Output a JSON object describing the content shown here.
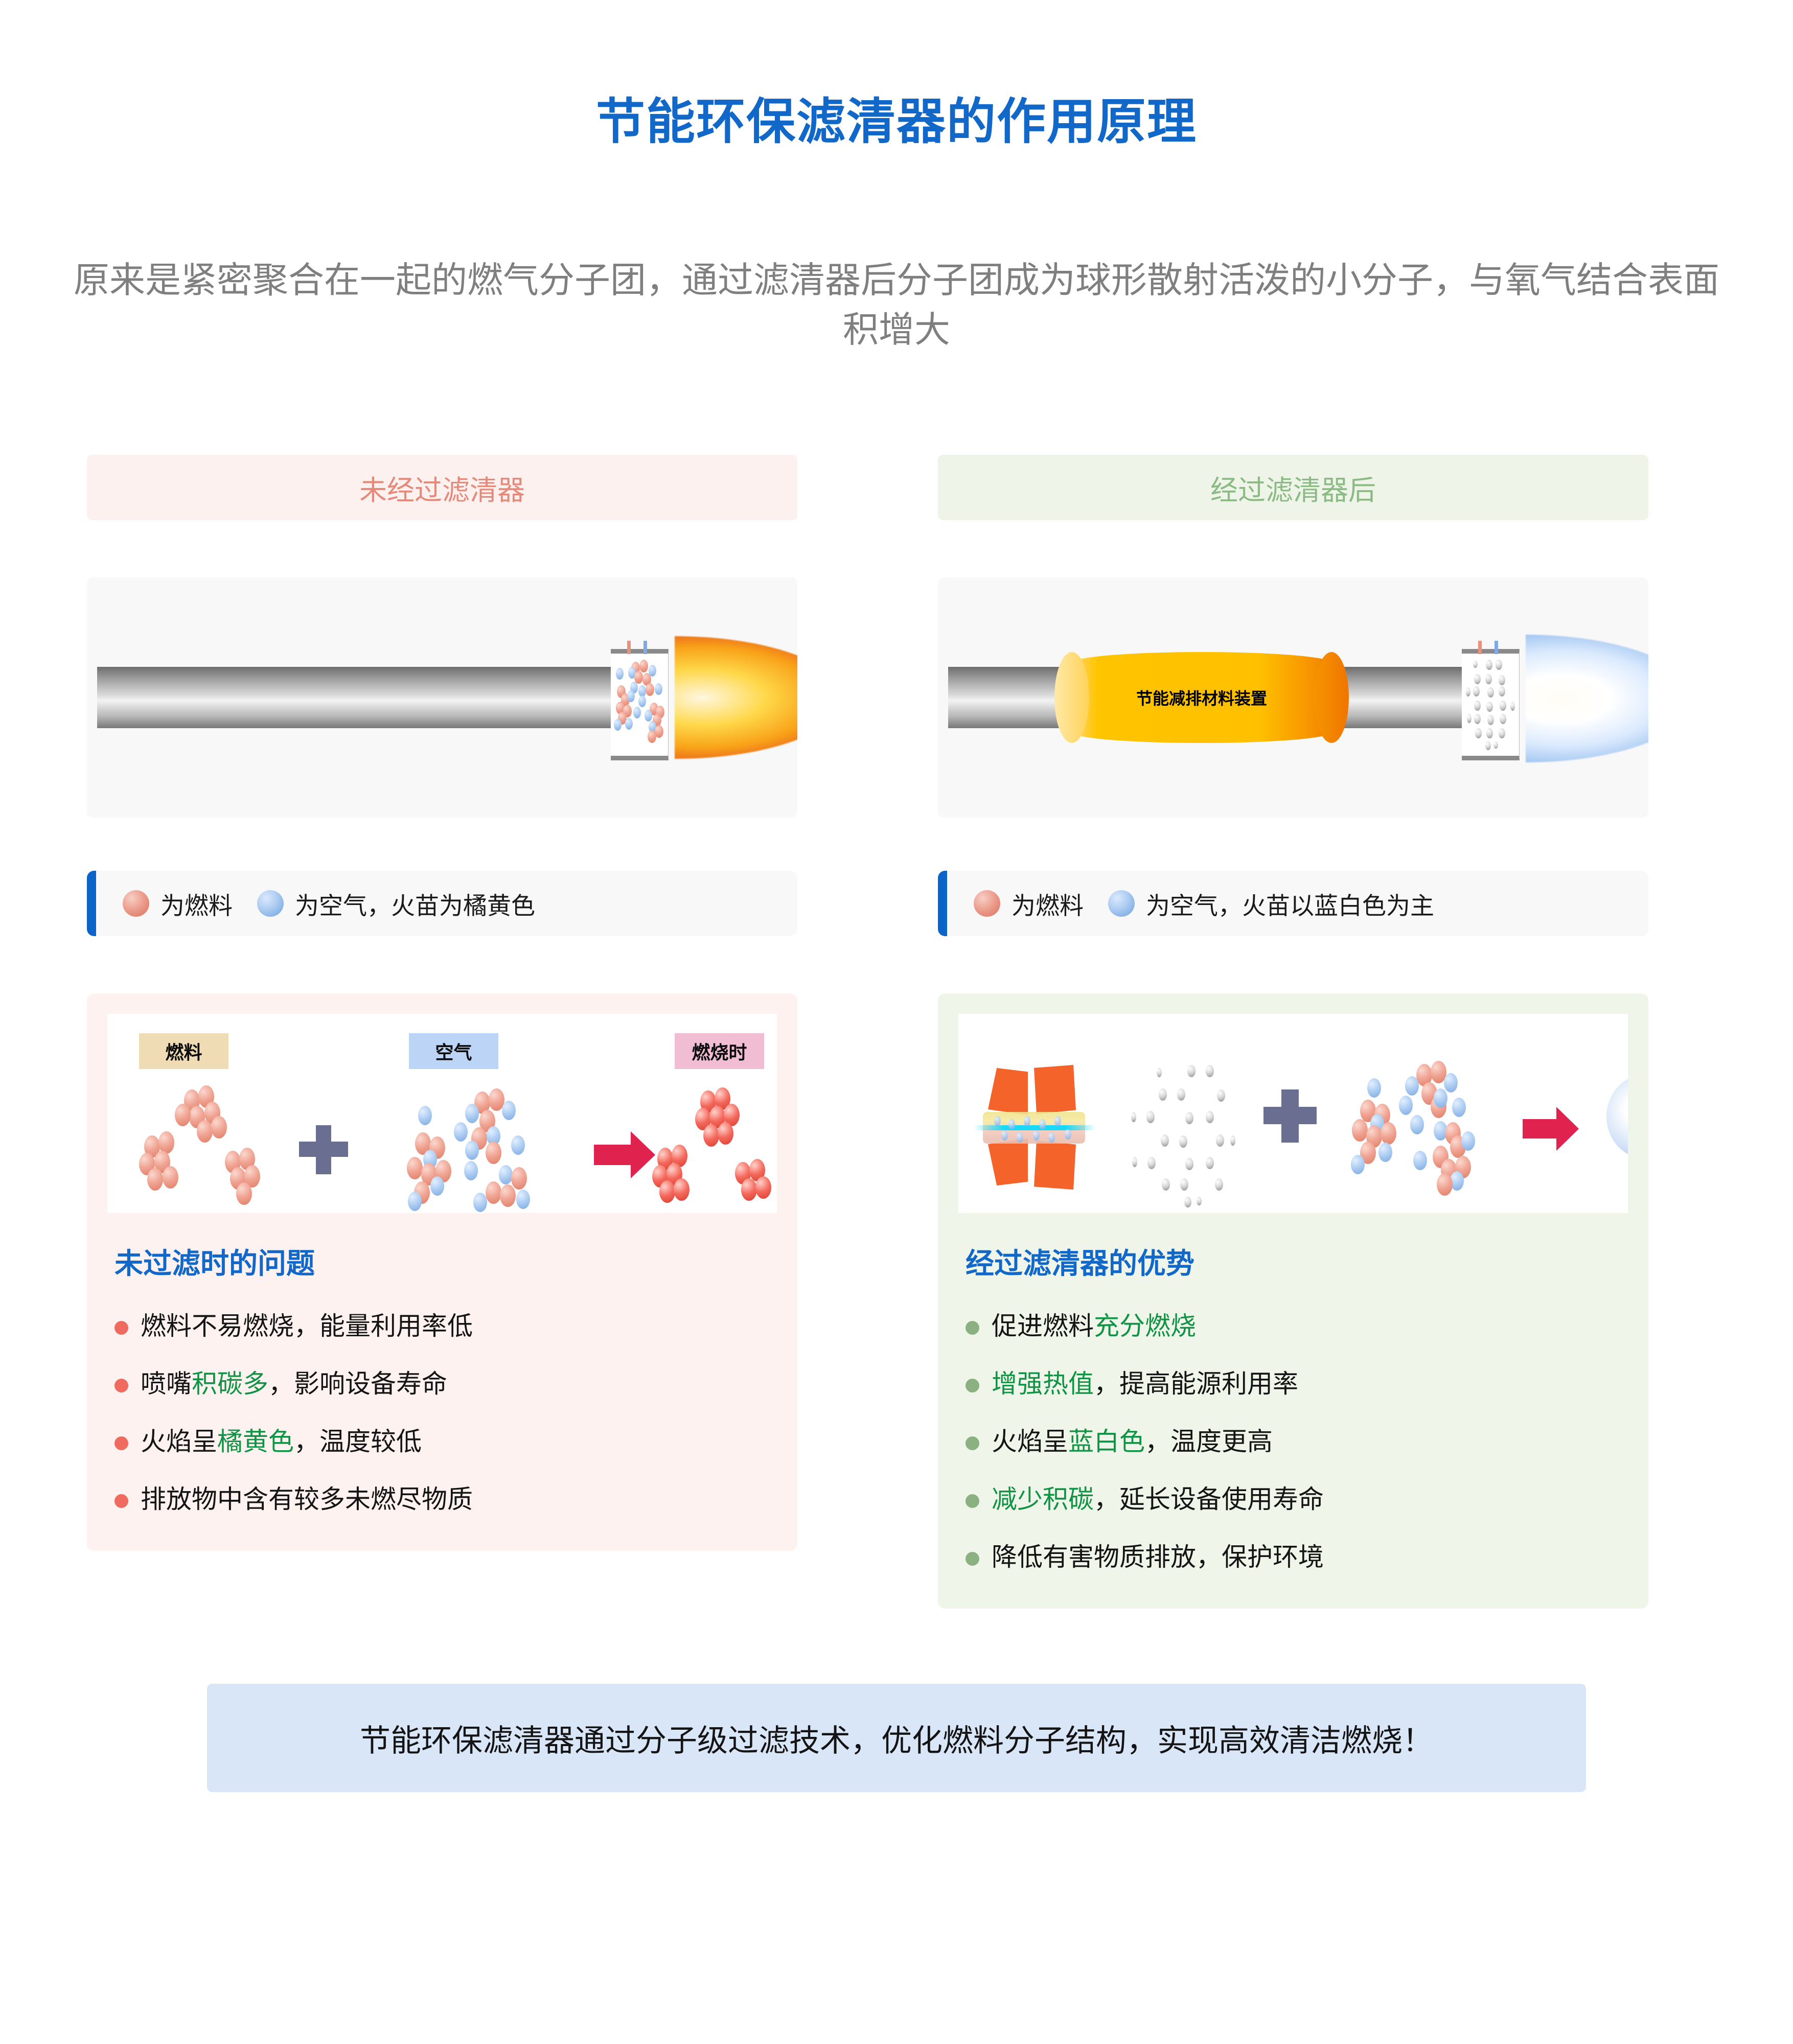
{
  "title": "节能环保滤清器的作用原理",
  "subtitle": "原来是紧密聚合在一起的燃气分子团，通过滤清器后分子团成为球形散射活泼的小分子，与氧气结合表面积增大",
  "colors": {
    "title_blue": "#1268c9",
    "left_accent": "#e58a7b",
    "right_accent": "#8cba84",
    "legend_bar": "#0c63c8",
    "highlight_green": "#119346",
    "banner_bg": "#d9e6f8",
    "device_yellow": "#ffc000"
  },
  "left": {
    "header": "未经过滤清器",
    "diagram": {
      "device_label": "",
      "flame_type": "orange-flame"
    },
    "legend": {
      "fuel_label": "为燃料",
      "air_label": "为空气，火苗为橘黄色"
    },
    "process": {
      "step1": "燃料",
      "step2": "空气",
      "step3": "燃烧时"
    },
    "section_title": "未过滤时的问题",
    "bullets": [
      {
        "pre": "燃料不易燃烧，能量利用率低",
        "hi": "",
        "post": ""
      },
      {
        "pre": "喷嘴",
        "hi": "积碳多",
        "post": "，影响设备寿命"
      },
      {
        "pre": "火焰呈",
        "hi": "橘黄色",
        "post": "，温度较低"
      },
      {
        "pre": "排放物中含有较多未燃尽物质",
        "hi": "",
        "post": ""
      }
    ]
  },
  "right": {
    "header": "经过滤清器后",
    "diagram": {
      "device_label": "节能减排材料装置",
      "flame_type": "blue-white-flame"
    },
    "legend": {
      "fuel_label": "为燃料",
      "air_label": "为空气，火苗以蓝白色为主"
    },
    "section_title": "经过滤清器的优势",
    "bullets": [
      {
        "pre": "促进燃料",
        "hi": "充分燃烧",
        "post": ""
      },
      {
        "pre": "",
        "hi": "增强热值",
        "post": "，提高能源利用率"
      },
      {
        "pre": "火焰呈",
        "hi": "蓝白色",
        "post": "，温度更高"
      },
      {
        "pre": "",
        "hi": "减少积碳",
        "post": "，延长设备使用寿命"
      },
      {
        "pre": "降低有害物质排放，保护环境",
        "hi": "",
        "post": ""
      }
    ]
  },
  "banner": "节能环保滤清器通过分子级过滤技术，优化燃料分子结构，实现高效清洁燃烧！"
}
